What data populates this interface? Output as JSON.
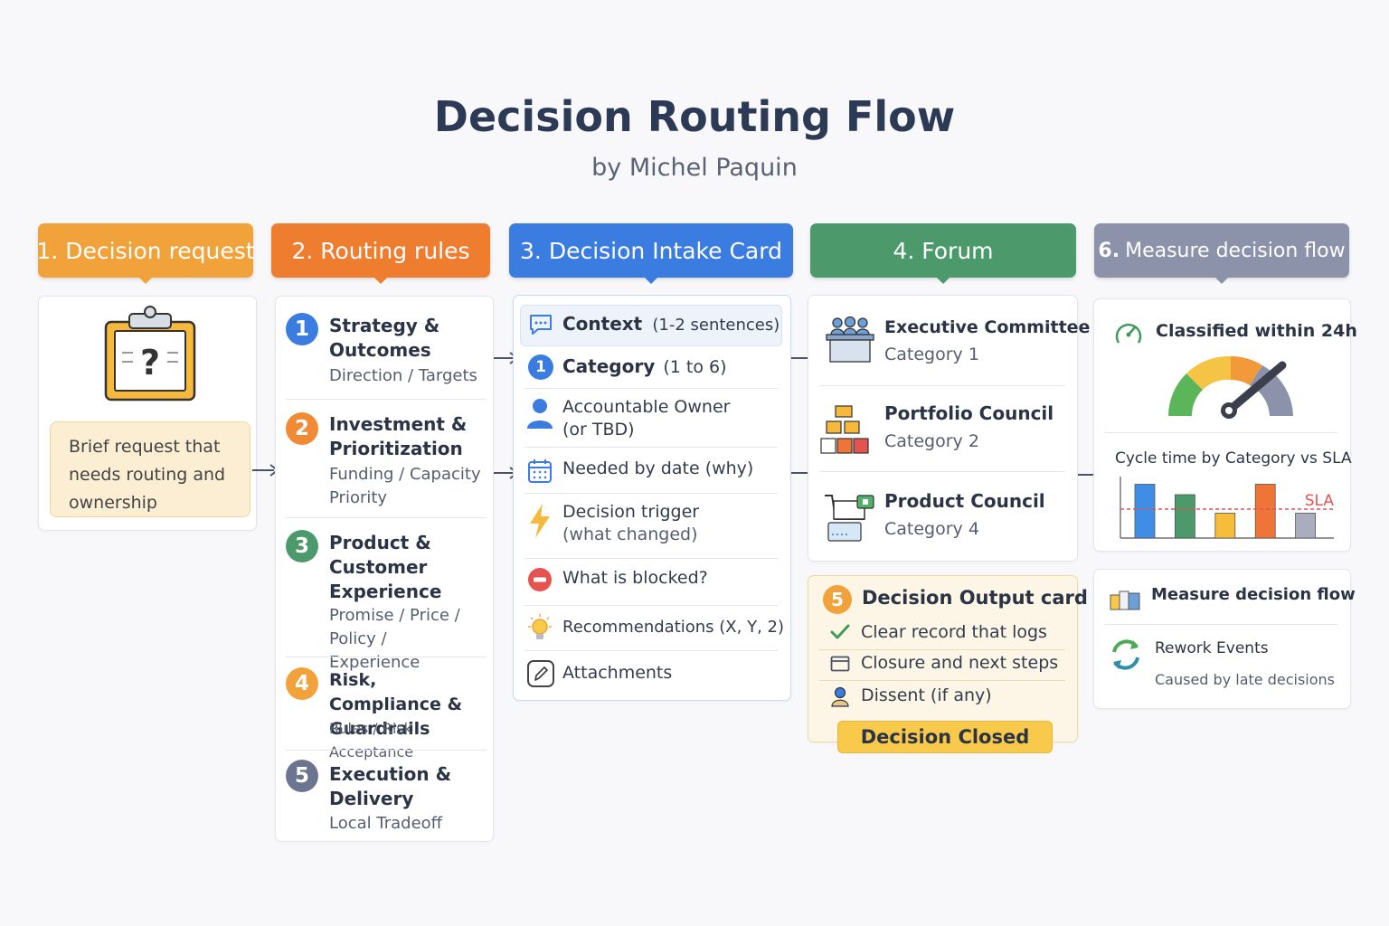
{
  "title": "Decision Routing Flow",
  "subtitle": "by Michel Paquin",
  "colors": {
    "orange": "#f2a23a",
    "dark_orange": "#ef7d2f",
    "blue": "#3a7ce0",
    "green": "#4c9a6c",
    "gray": "#8b92aa",
    "yellow": "#f8c94a"
  },
  "col1": {
    "header": "1. Decision request",
    "icon": "clipboard-question-icon",
    "text": "Brief request that needs routing and ownership"
  },
  "col2": {
    "header": "2. Routing rules",
    "items": [
      {
        "num": "1",
        "title": "Strategy & Outcomes",
        "sub": "Direction / Targets"
      },
      {
        "num": "2",
        "title": "Investment & Prioritization",
        "sub": "Funding / Capacity Priority"
      },
      {
        "num": "3",
        "title": "Product & Customer Experience",
        "sub": "Promise / Price / Policy / Experience"
      },
      {
        "num": "4",
        "title": "Risk, Compliance & Guardrails",
        "sub": "Rules / Risk Acceptance"
      },
      {
        "num": "5",
        "title": "Execution & Delivery",
        "sub": "Local Tradeoff"
      }
    ]
  },
  "col3": {
    "header": "3. Decision Intake Card",
    "rows": [
      {
        "icon": "chat-bubble-icon",
        "label": "Context",
        "note": "(1-2 sentences)"
      },
      {
        "icon": "number-one-icon",
        "label": "Category",
        "note": "(1 to 6)"
      },
      {
        "icon": "person-icon",
        "label": "Accountable Owner",
        "note": "(or TBD)"
      },
      {
        "icon": "calendar-icon",
        "label": "Needed by date",
        "note": "(why)"
      },
      {
        "icon": "lightning-icon",
        "label": "Decision trigger",
        "note": "(what changed)"
      },
      {
        "icon": "blocked-icon",
        "label": "What is blocked?",
        "note": ""
      },
      {
        "icon": "lightbulb-icon",
        "label": "Recommendations",
        "note": "(X, Y, 2)"
      },
      {
        "icon": "pencil-icon",
        "label": "Attachments",
        "note": ""
      }
    ]
  },
  "col4": {
    "header": "4. Forum",
    "forums": [
      {
        "icon": "committee-icon",
        "name": "Executive Committee",
        "category": "Category 1"
      },
      {
        "icon": "portfolio-blocks-icon",
        "name": "Portfolio Council",
        "category": "Category 2"
      },
      {
        "icon": "cart-icon",
        "name": "Product Council",
        "category": "Category 4"
      }
    ],
    "output": {
      "num": "5",
      "title": "Decision Output card",
      "items": [
        {
          "icon": "check-icon",
          "label": "Clear record that logs"
        },
        {
          "icon": "card-icon",
          "label": "Closure and next steps"
        },
        {
          "icon": "person-icon",
          "label": "Dissent (if any)"
        }
      ],
      "closed": "Decision Closed"
    }
  },
  "col5": {
    "header_num": "6.",
    "header": "Measure decision flow",
    "gauge_label": "Classified within 24h",
    "chart_title": "Cycle time by Category vs SLA",
    "sla_label": "SLA",
    "measure_title": "Measure decision flow",
    "rework_title": "Rework Events",
    "rework_sub": "Caused by late decisions"
  },
  "chart_data": {
    "type": "bar",
    "title": "Cycle time by Category vs SLA",
    "categories": [
      "",
      "",
      "",
      "",
      ""
    ],
    "values": [
      0.93,
      0.75,
      0.43,
      0.93,
      0.43
    ],
    "colors": [
      "#3f8ee6",
      "#4c9a6c",
      "#f5bd3a",
      "#ee7437",
      "#a9adbd"
    ],
    "sla": 0.5,
    "ylim": [
      0,
      1
    ],
    "grid": false
  }
}
